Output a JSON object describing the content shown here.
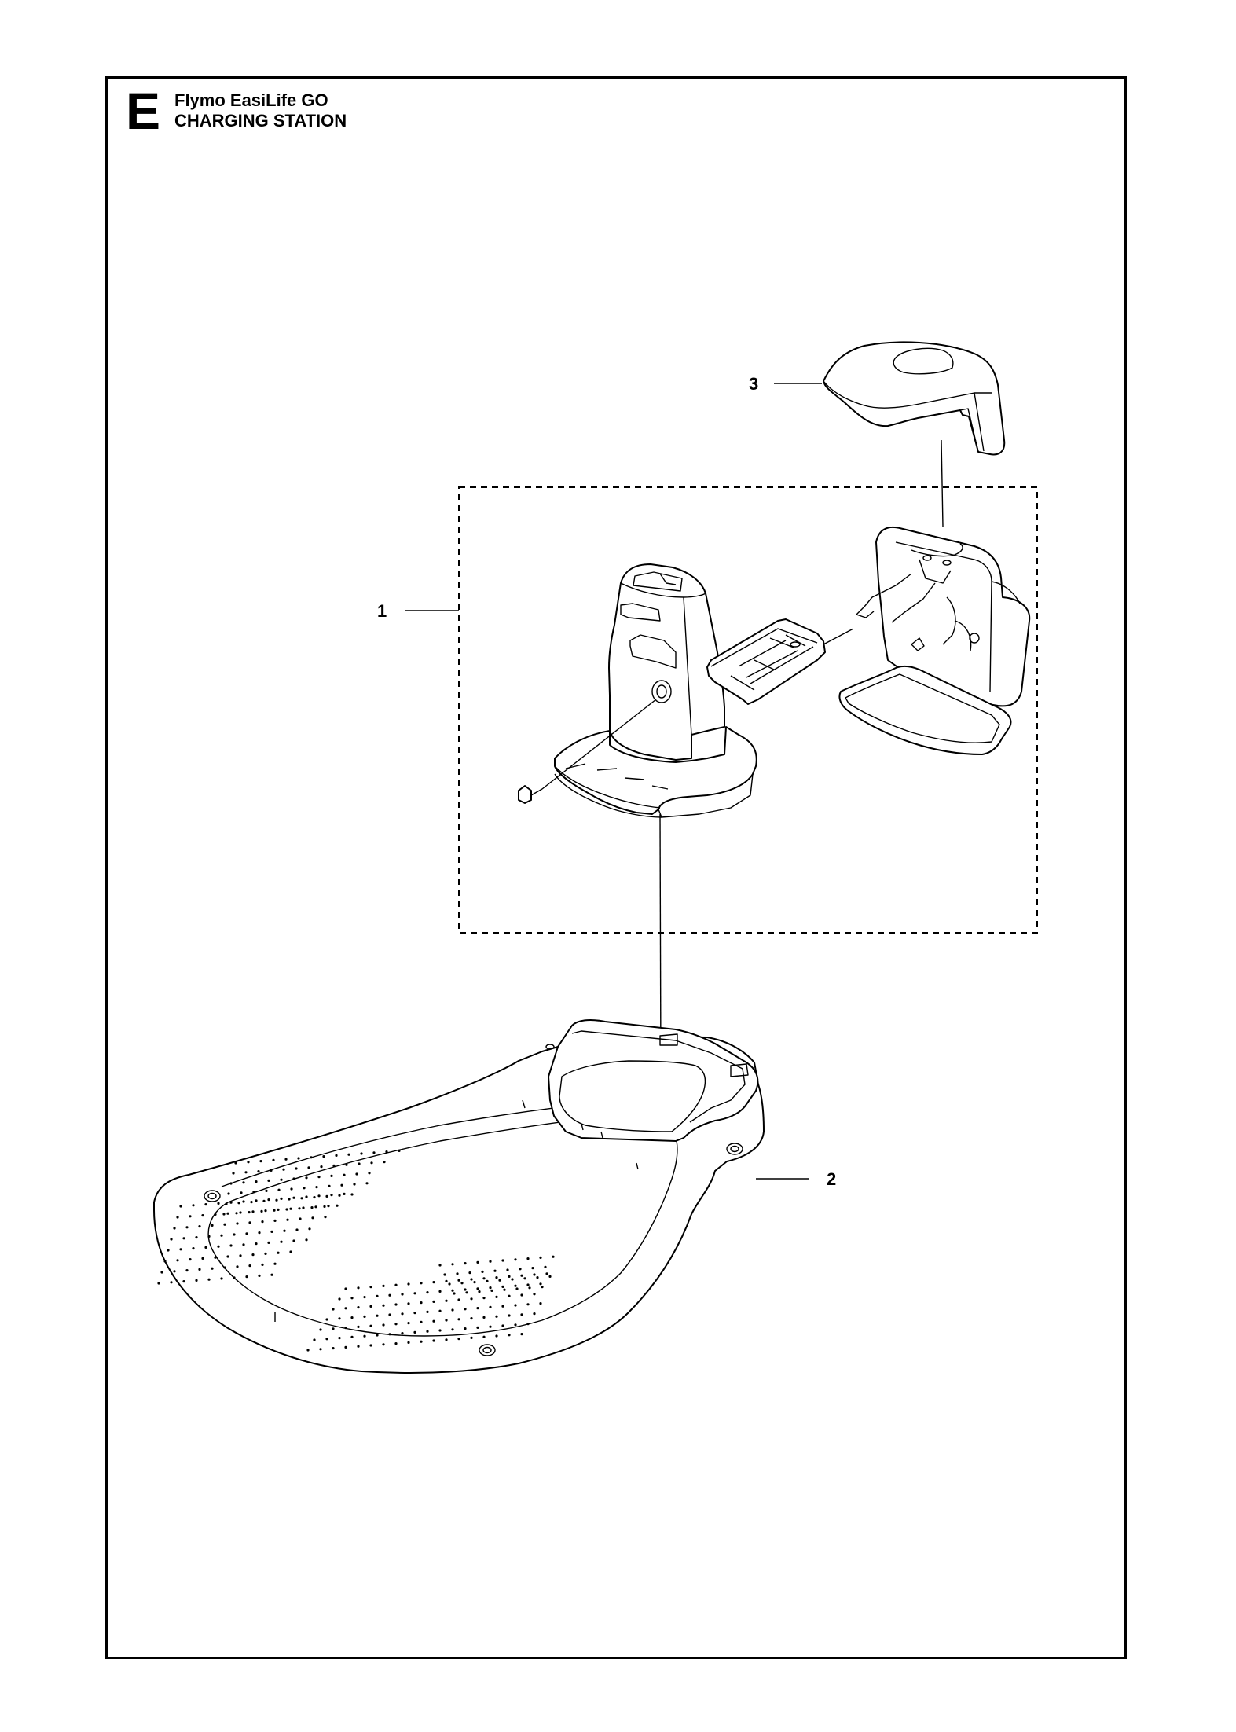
{
  "header": {
    "section": "E",
    "model": "Flymo EasiLife GO",
    "assembly": "CHARGING STATION"
  },
  "callouts": [
    {
      "id": "1",
      "label": "1"
    },
    {
      "id": "2",
      "label": "2"
    },
    {
      "id": "3",
      "label": "3"
    }
  ]
}
